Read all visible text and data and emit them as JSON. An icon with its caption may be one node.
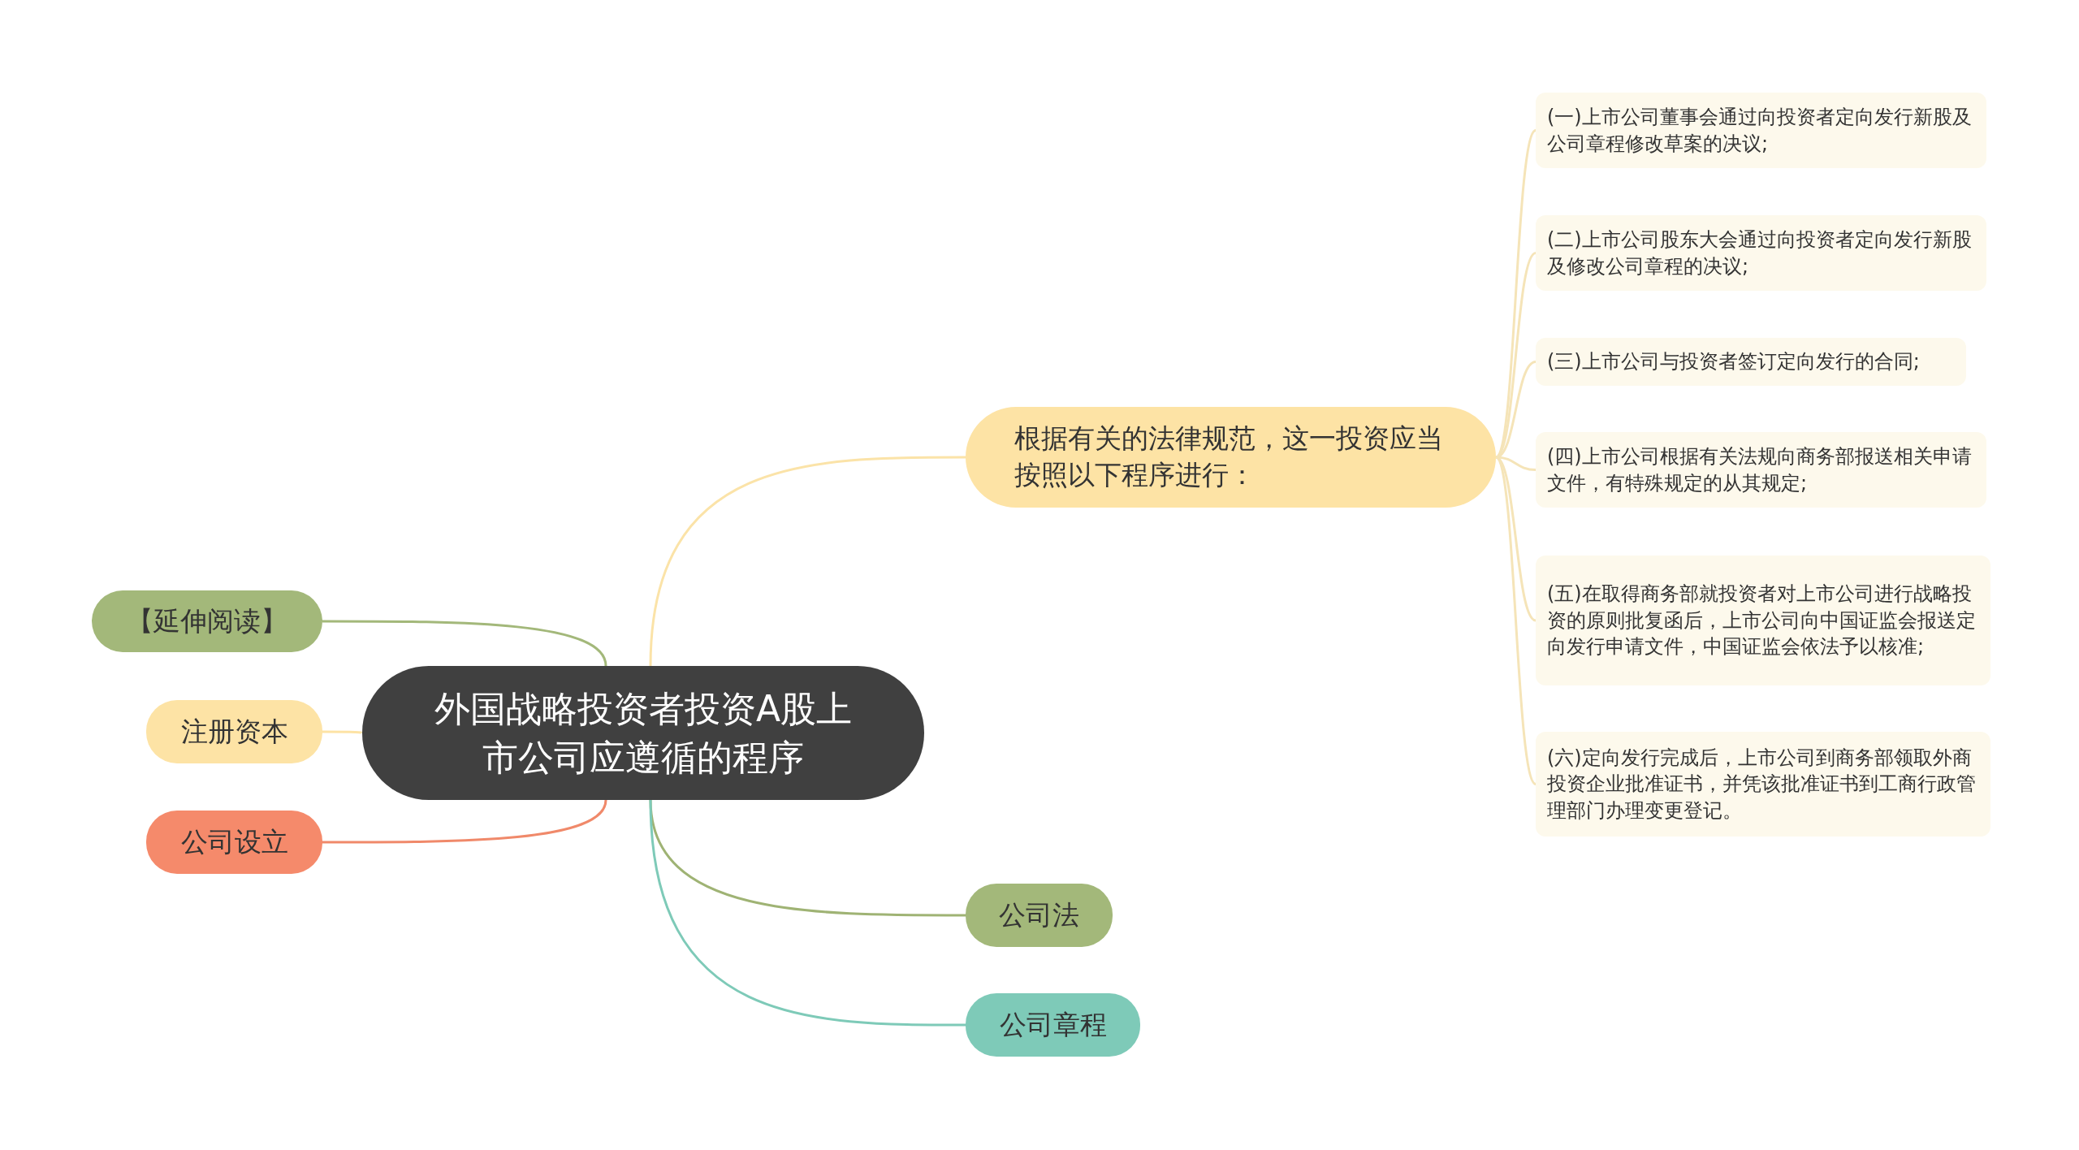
{
  "diagram": {
    "nodes": [
      {
        "text": [
          "外国战略投资者投资A股上市公司应遵循的程序"
        ]
      },
      {
        "text": [
          "根据有关的法律规范，这一投资应当按照以下程序进行："
        ]
      },
      {
        "text": [
          "(一)上市公司董事会通过向投资者定向发行新股及公司章程修改草案的决议;"
        ]
      },
      {
        "text": [
          "(二)上市公司股东大会通过向投资者定向发行新股及修改公司章程的决议;"
        ]
      },
      {
        "text": [
          "(三)上市公司与投资者签订定向发行的合同;"
        ]
      },
      {
        "text": [
          "(四)上市公司根据有关法规向商务部报送相关申请文件，有特殊规定的从其规定;"
        ]
      },
      {
        "text": [
          "(五)在取得商务部就投资者对上市公司进行战略投资的原则批复函后，上市公司向中国证监会报送定向发行申请文件，中国证监会依法予以核准;"
        ]
      },
      {
        "text": [
          "(六)定向发行完成后，上市公司到商务部领取外商投资企业批准证书，并凭该批准证书到工商行政管理部门办理变更登记。"
        ]
      },
      {
        "text": [
          "【延伸阅读】"
        ]
      },
      {
        "text": [
          "注册资本"
        ]
      },
      {
        "text": [
          "公司设立"
        ]
      },
      {
        "text": [
          "公司法"
        ]
      },
      {
        "text": [
          "公司章程"
        ]
      }
    ],
    "edges": [
      {
        "from": 0,
        "to": 1,
        "arrow": "none",
        "color": "#fbe3a8"
      },
      {
        "from": 1,
        "to": 2,
        "arrow": "none"
      },
      {
        "from": 1,
        "to": 3,
        "arrow": "none"
      },
      {
        "from": 1,
        "to": 4,
        "arrow": "none"
      },
      {
        "from": 1,
        "to": 5,
        "arrow": "none"
      },
      {
        "from": 1,
        "to": 6,
        "arrow": "none"
      },
      {
        "from": 1,
        "to": 7,
        "arrow": "none"
      },
      {
        "from": 0,
        "to": 8,
        "arrow": "none",
        "color": "#a3b87a"
      },
      {
        "from": 0,
        "to": 9,
        "arrow": "none",
        "color": "#fde3a5"
      },
      {
        "from": 0,
        "to": 10,
        "arrow": "none",
        "color": "#f0896a"
      },
      {
        "from": 0,
        "to": 11,
        "arrow": "none",
        "color": "#9fb374"
      },
      {
        "from": 0,
        "to": 12,
        "arrow": "none",
        "color": "#7ecab8"
      }
    ]
  }
}
